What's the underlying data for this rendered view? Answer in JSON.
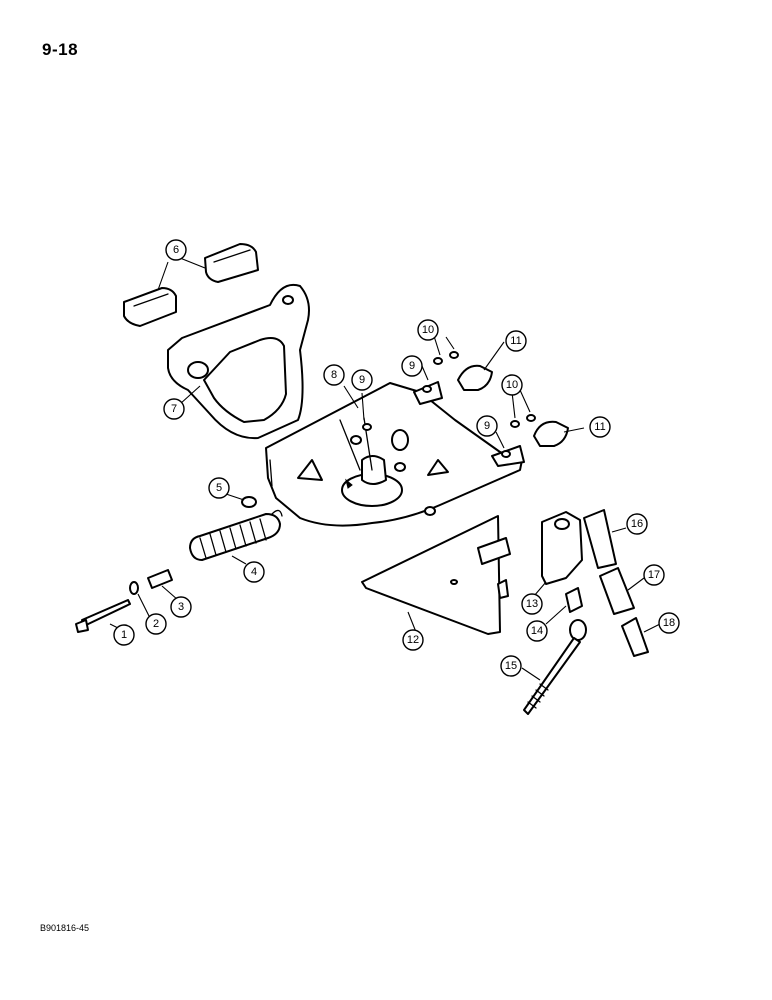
{
  "page_number": "9-18",
  "figure_code": "B901816-45",
  "callouts": [
    "1",
    "2",
    "3",
    "4",
    "5",
    "6",
    "7",
    "8",
    "9",
    "9",
    "9",
    "10",
    "10",
    "11",
    "11",
    "12",
    "13",
    "14",
    "15",
    "16",
    "17",
    "18"
  ]
}
